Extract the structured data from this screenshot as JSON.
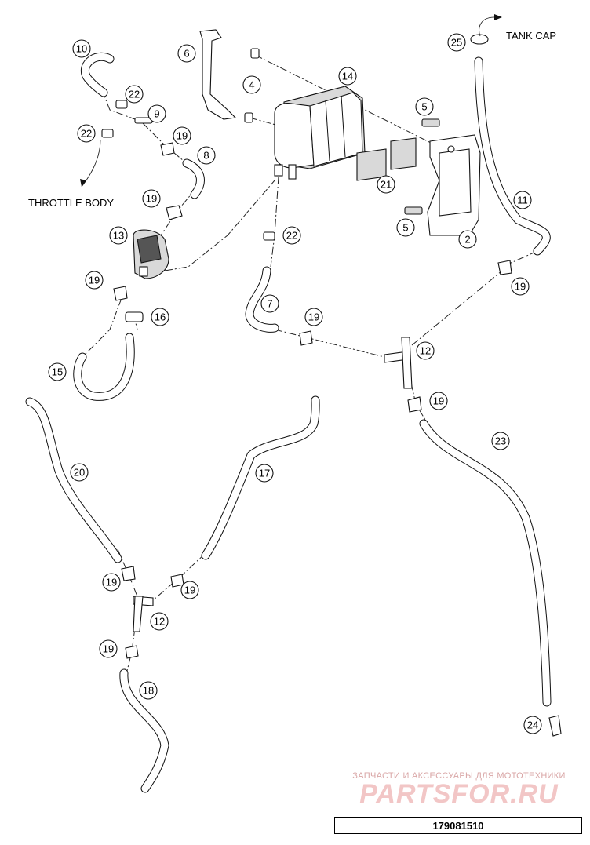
{
  "labels": {
    "tank_cap": "TANK CAP",
    "throttle_body": "THROTTLE BODY"
  },
  "callouts": {
    "c25": "25",
    "c10": "10",
    "c6": "6",
    "c4": "4",
    "c14": "14",
    "c22a": "22",
    "c9": "9",
    "c22b": "22",
    "c19a": "19",
    "c8": "8",
    "c5a": "5",
    "c19b": "19",
    "c21": "21",
    "c13": "13",
    "c22c": "22",
    "c5b": "5",
    "c2": "2",
    "c11": "11",
    "c19c": "19",
    "c19d": "19",
    "c16": "16",
    "c7": "7",
    "c19e": "19",
    "c12a": "12",
    "c15": "15",
    "c19f": "19",
    "c23": "23",
    "c20": "20",
    "c17": "17",
    "c19g": "19",
    "c19h": "19",
    "c12b": "12",
    "c19i": "19",
    "c18": "18",
    "c24": "24"
  },
  "watermark": {
    "line1": "ЗАПЧАСТИ И АКСЕССУАРЫ ДЛЯ МОТОТЕХНИКИ",
    "line2": "PARTSFOR.RU"
  },
  "drawing_number": "179081510"
}
